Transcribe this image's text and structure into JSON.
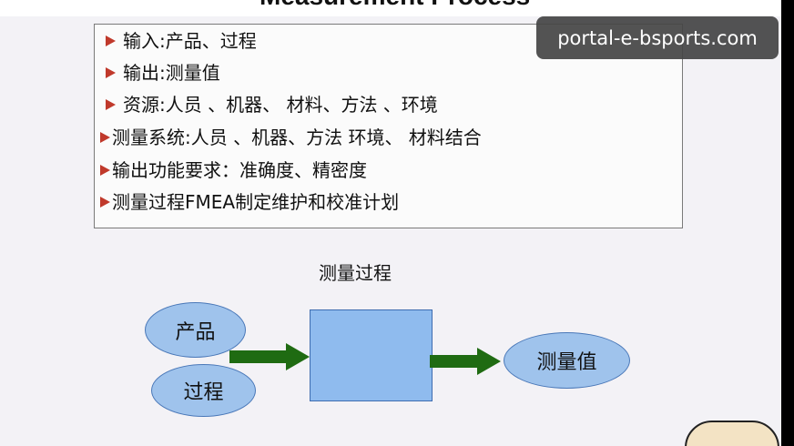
{
  "slide": {
    "title": "Measurement Process",
    "bullets": [
      {
        "text": "输入:产品、过程"
      },
      {
        "text": "输出:测量值"
      },
      {
        "text": "资源:人员 、机器、 材料、方法    、环境"
      },
      {
        "text": "测量系统:人员 、机器、方法    环境、 材料结合"
      },
      {
        "text": "输出功能要求：准确度、精密度"
      },
      {
        "text": "测量过程FMEA制定维护和校准计划"
      }
    ]
  },
  "diagram": {
    "title": "测量过程",
    "inputs": [
      "产品",
      "过程"
    ],
    "output": "测量值",
    "colors": {
      "shape_fill": "#9fc3ec",
      "arrow": "#1f6b12",
      "bullet_arrow": "#c0392b"
    }
  },
  "watermark": {
    "text": "portal-e-bsports.com"
  }
}
